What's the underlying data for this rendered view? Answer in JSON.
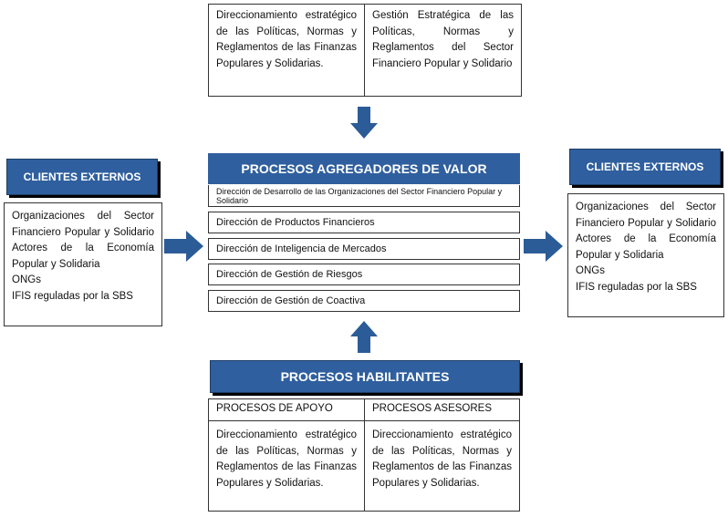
{
  "top_box": {
    "left_text": "Direccionamiento estratégico de las Políticas, Normas y Reglamentos de las Finanzas Populares y Solidarias.",
    "right_text": "Gestión Estratégica de las Políticas, Normas y Reglamentos del Sector Financiero Popular y Solidario"
  },
  "left_clients": {
    "title": "CLIENTES EXTERNOS",
    "text": "Organizaciones del Sector Financiero Popular y Solidario Actores de la Economía Popular y Solidaria",
    "item_ongs": "ONGs",
    "item_ifis": "IFIS reguladas por la SBS"
  },
  "right_clients": {
    "title": "CLIENTES EXTERNOS",
    "text": "Organizaciones del Sector Financiero Popular y Solidario Actores de la Economía Popular y Solidaria",
    "item_ongs": "ONGs",
    "item_ifis": "IFIS reguladas por la SBS"
  },
  "center": {
    "title": "PROCESOS AGREGADORES DE VALOR",
    "subtitle": "Dirección de Desarrollo de las Organizaciones del Sector Financiero Popular y Solidario",
    "items": [
      "Dirección de Productos Financieros",
      "Dirección de Inteligencia de Mercados",
      "Dirección de Gestión de Riesgos",
      "Dirección de Gestión de Coactiva"
    ]
  },
  "bottom": {
    "title": "PROCESOS HABILITANTES",
    "left_header": "PROCESOS DE APOYO",
    "right_header": "PROCESOS ASESORES",
    "left_text": "Direccionamiento estratégico de las Políticas, Normas y Reglamentos de las Finanzas Populares y Solidarias.",
    "right_text": "Direccionamiento estratégico de las Políticas, Normas y Reglamentos de las Finanzas Populares y Solidarias."
  },
  "colors": {
    "header_blue": "#2f5f9e",
    "arrow_blue": "#2b5c97"
  }
}
